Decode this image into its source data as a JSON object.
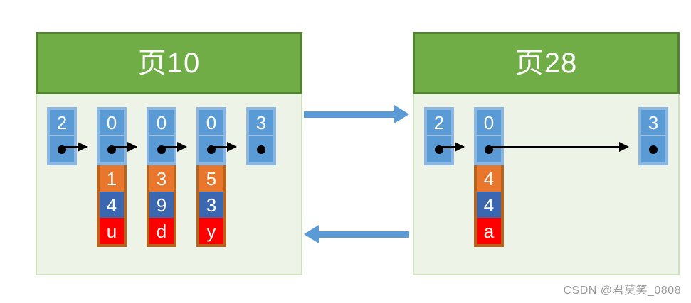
{
  "diagram": {
    "type": "linked-list-pages",
    "watermark": "CSDN @君莫笑_0808"
  },
  "pages": [
    {
      "id": "page-10",
      "title": "页10",
      "nodes": [
        {
          "key": "2",
          "pointer": "dot",
          "data": []
        },
        {
          "key": "0",
          "pointer": "dot",
          "data": [
            "1",
            "4",
            "u"
          ]
        },
        {
          "key": "0",
          "pointer": "dot",
          "data": [
            "3",
            "9",
            "d"
          ]
        },
        {
          "key": "0",
          "pointer": "dot",
          "data": [
            "5",
            "3",
            "y"
          ]
        },
        {
          "key": "3",
          "pointer": "dot",
          "data": []
        }
      ]
    },
    {
      "id": "page-28",
      "title": "页28",
      "nodes": [
        {
          "key": "2",
          "pointer": "dot",
          "data": []
        },
        {
          "key": "0",
          "pointer": "dot",
          "data": [
            "4",
            "4",
            "a"
          ]
        },
        {
          "key": "3",
          "pointer": "dot",
          "data": []
        }
      ]
    }
  ],
  "page_links": [
    {
      "name": "next-page-link",
      "direction": "right",
      "from": "页10",
      "to": "页28"
    },
    {
      "name": "prev-page-link",
      "direction": "left",
      "from": "页28",
      "to": "页10"
    }
  ],
  "colors": {
    "header_green": "#70ad47",
    "header_border": "#548235",
    "body_bg": "#eef3e8",
    "body_border": "#cfe0bf",
    "node_blue": "#5b9bd5",
    "node_frame": "#8ab6e0",
    "data_orange": "#e8762c",
    "data_blue": "#3a67b0",
    "data_red": "#ff0000",
    "data_frame": "#b5651d",
    "arrow_blue": "#5b9bd5",
    "arrow_black": "#000000"
  }
}
